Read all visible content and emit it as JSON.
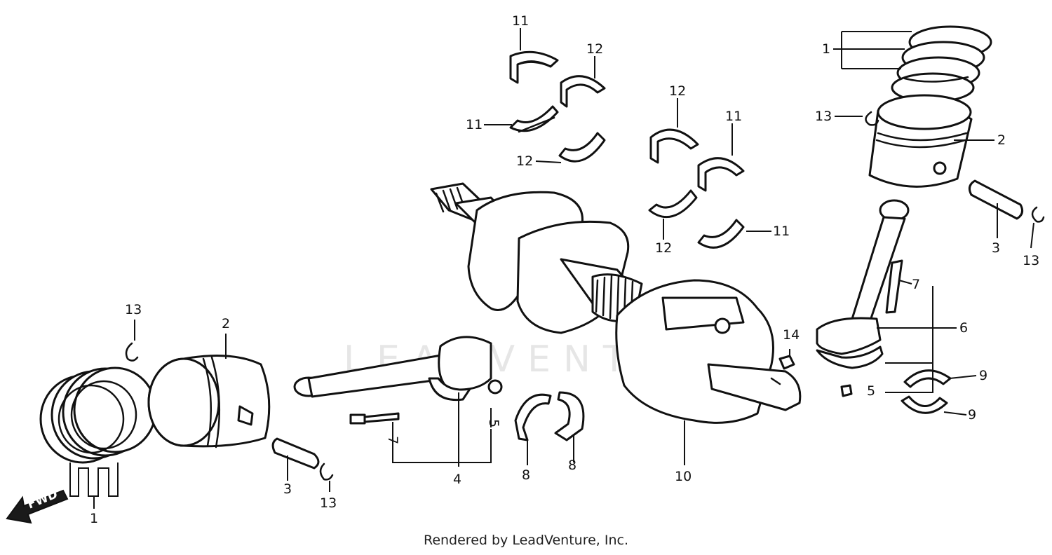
{
  "watermark": "LEADVENTURE",
  "credit": "Rendered by LeadVenture, Inc.",
  "fwd_label": "FWD",
  "callouts": [
    {
      "label": "11"
    },
    {
      "label": "12"
    },
    {
      "label": "11"
    },
    {
      "label": "12"
    },
    {
      "label": "12"
    },
    {
      "label": "11"
    },
    {
      "label": "12"
    },
    {
      "label": "11"
    },
    {
      "label": "1"
    },
    {
      "label": "13"
    },
    {
      "label": "2"
    },
    {
      "label": "3"
    },
    {
      "label": "13"
    },
    {
      "label": "7"
    },
    {
      "label": "6"
    },
    {
      "label": "5"
    },
    {
      "label": "9"
    },
    {
      "label": "9"
    },
    {
      "label": "14"
    },
    {
      "label": "10"
    },
    {
      "label": "13"
    },
    {
      "label": "2"
    },
    {
      "label": "1"
    },
    {
      "label": "3"
    },
    {
      "label": "13"
    },
    {
      "label": "7"
    },
    {
      "label": "5"
    },
    {
      "label": "4"
    },
    {
      "label": "8"
    },
    {
      "label": "8"
    }
  ]
}
